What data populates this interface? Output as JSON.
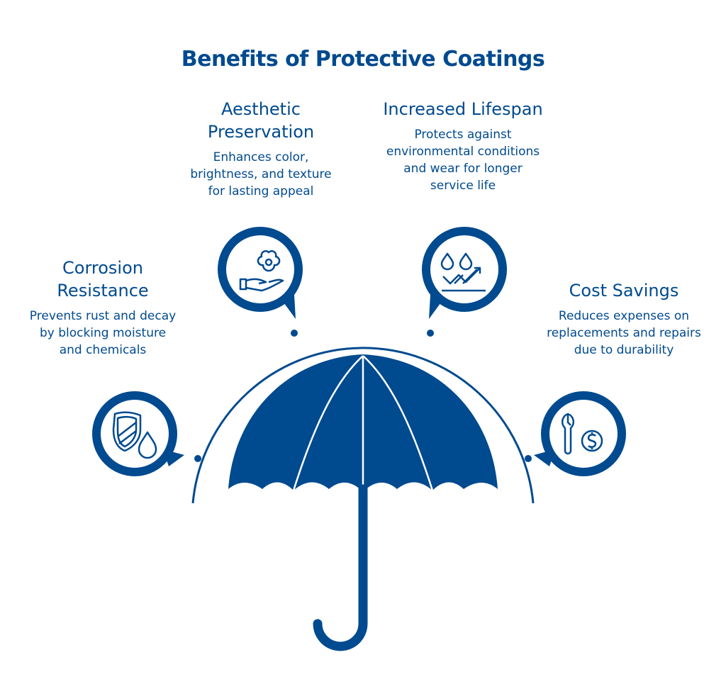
{
  "title": "Benefits of Protective Coatings",
  "colors": {
    "primary": "#004a8f",
    "background": "#ffffff"
  },
  "benefits": [
    {
      "title": "Corrosion Resistance",
      "description": "Prevents rust and decay by blocking moisture and chemicals",
      "icon": "shield-droplet-icon"
    },
    {
      "title": "Aesthetic Preservation",
      "description": "Enhances color, brightness, and texture for lasting appeal",
      "icon": "flower-hand-icon"
    },
    {
      "title": "Increased Lifespan",
      "description": "Protects against environmental conditions and wear for longer service life",
      "icon": "droplets-trend-icon"
    },
    {
      "title": "Cost Savings",
      "description": "Reduces expenses on replacements and repairs due to durability",
      "icon": "wrench-dollar-icon"
    }
  ]
}
